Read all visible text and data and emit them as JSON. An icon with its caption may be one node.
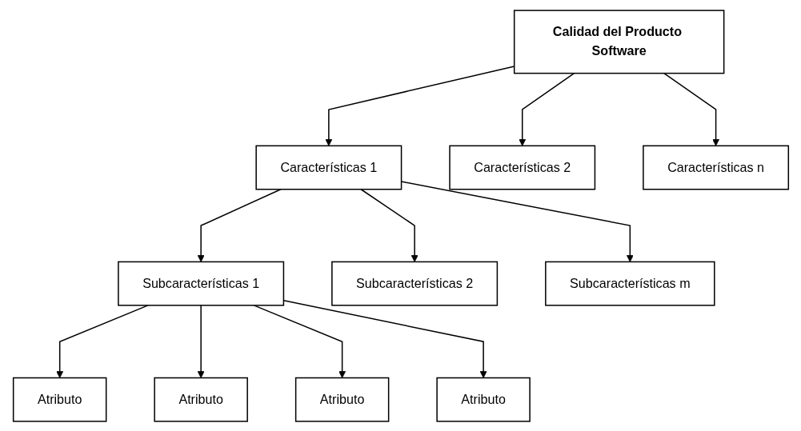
{
  "diagram": {
    "nodes": [
      {
        "text": [
          "Calidad del Producto Software"
        ]
      },
      {
        "text": [
          "Características 1"
        ]
      },
      {
        "text": [
          "Características 2"
        ]
      },
      {
        "text": [
          "Características n"
        ]
      },
      {
        "text": [
          "Subcaracterísticas 1"
        ]
      },
      {
        "text": [
          "Subcaracterísticas 2"
        ]
      },
      {
        "text": [
          "Subcaracterísticas m"
        ]
      },
      {
        "text": [
          "Atributo"
        ]
      },
      {
        "text": [
          "Atributo"
        ]
      },
      {
        "text": [
          "Atributo"
        ]
      },
      {
        "text": [
          "Atributo"
        ]
      }
    ],
    "edges": [
      {
        "from": 0,
        "to": 1,
        "arrow": "to"
      },
      {
        "from": 0,
        "to": 2,
        "arrow": "to"
      },
      {
        "from": 0,
        "to": 3,
        "arrow": "to"
      },
      {
        "from": 1,
        "to": 4,
        "arrow": "to"
      },
      {
        "from": 1,
        "to": 5,
        "arrow": "to"
      },
      {
        "from": 1,
        "to": 6,
        "arrow": "to"
      },
      {
        "from": 4,
        "to": 7,
        "arrow": "to"
      },
      {
        "from": 4,
        "to": 8,
        "arrow": "to"
      },
      {
        "from": 4,
        "to": 9,
        "arrow": "to"
      },
      {
        "from": 4,
        "to": 10,
        "arrow": "to"
      }
    ]
  }
}
